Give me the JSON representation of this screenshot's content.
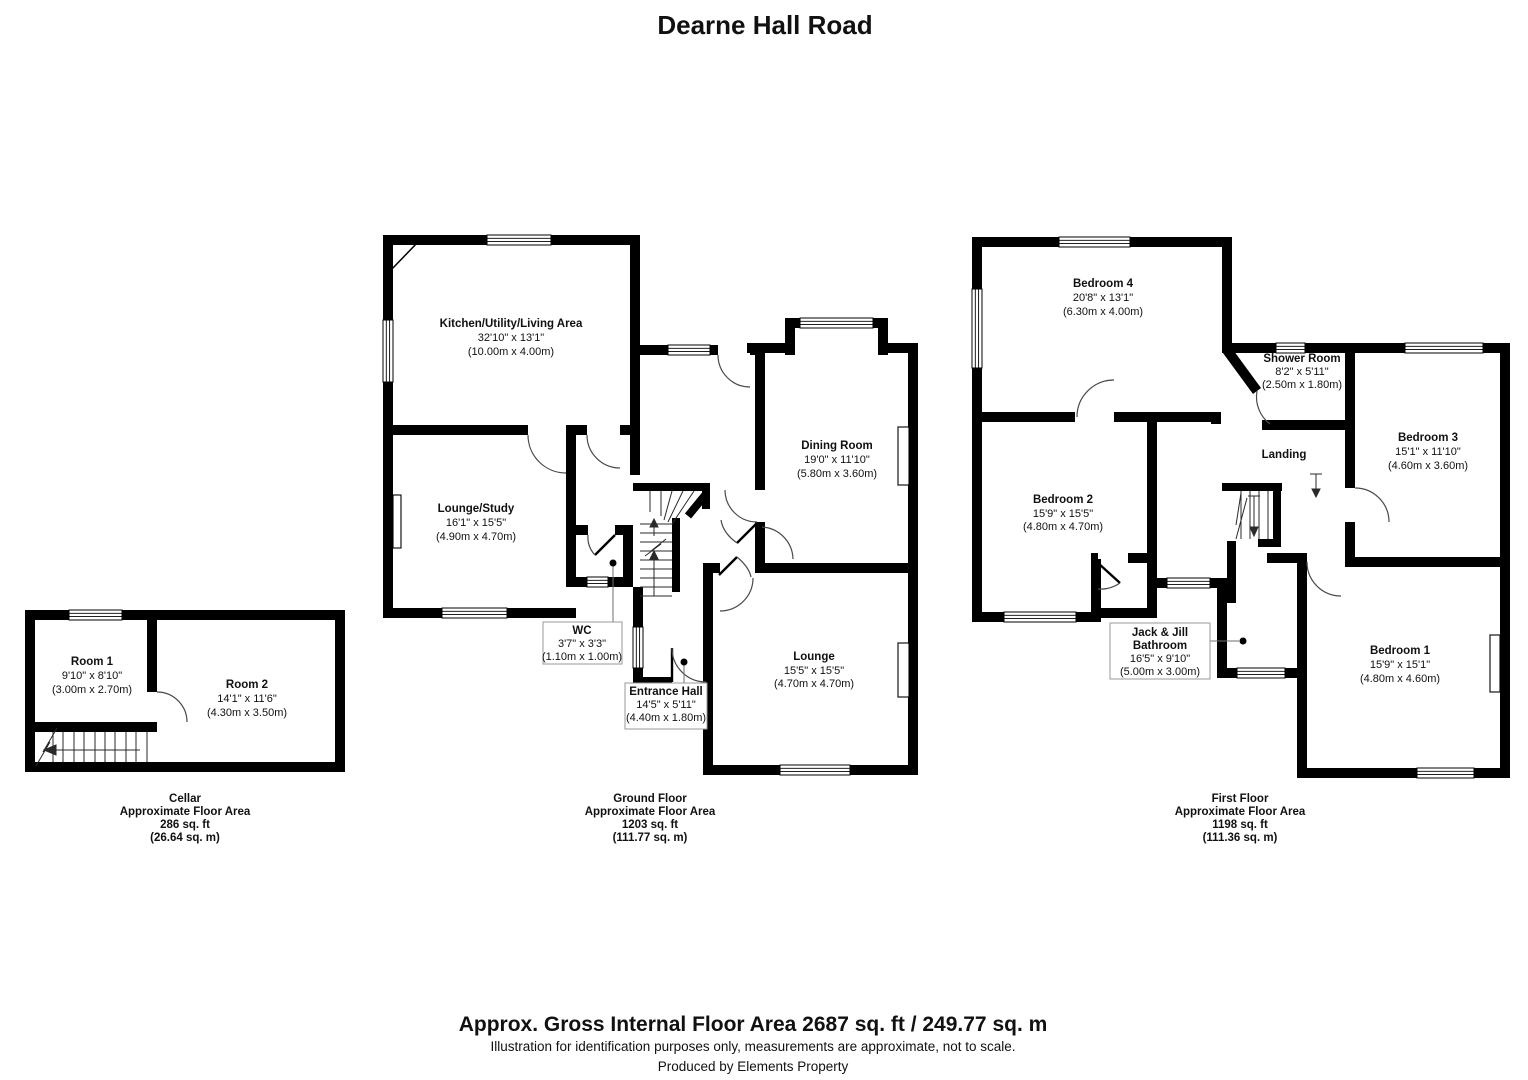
{
  "title": "Dearne Hall Road",
  "cellar": {
    "rooms": {
      "room1": {
        "name": "Room 1",
        "imperial": "9'10\" x 8'10\"",
        "metric": "(3.00m x 2.70m)"
      },
      "room2": {
        "name": "Room 2",
        "imperial": "14'1\" x 11'6\"",
        "metric": "(4.30m x 3.50m)"
      }
    },
    "label": {
      "name": "Cellar",
      "line2": "Approximate Floor Area",
      "line3": "286 sq. ft",
      "line4": "(26.64 sq. m)"
    }
  },
  "ground": {
    "rooms": {
      "kitchen": {
        "name": "Kitchen/Utility/Living Area",
        "imperial": "32'10\" x 13'1\"",
        "metric": "(10.00m x 4.00m)"
      },
      "lounge_study": {
        "name": "Lounge/Study",
        "imperial": "16'1\" x 15'5\"",
        "metric": "(4.90m x 4.70m)"
      },
      "dining": {
        "name": "Dining Room",
        "imperial": "19'0\" x 11'10\"",
        "metric": "(5.80m x 3.60m)"
      },
      "lounge": {
        "name": "Lounge",
        "imperial": "15'5\" x 15'5\"",
        "metric": "(4.70m x 4.70m)"
      },
      "wc": {
        "name": "WC",
        "imperial": "3'7\" x 3'3\"",
        "metric": "(1.10m x 1.00m)"
      },
      "entrance": {
        "name": "Entrance Hall",
        "imperial": "14'5\" x 5'11\"",
        "metric": "(4.40m x 1.80m)"
      }
    },
    "label": {
      "name": "Ground Floor",
      "line2": "Approximate Floor Area",
      "line3": "1203 sq. ft",
      "line4": "(111.77 sq. m)"
    }
  },
  "first": {
    "rooms": {
      "bedroom4": {
        "name": "Bedroom 4",
        "imperial": "20'8\" x 13'1\"",
        "metric": "(6.30m x 4.00m)"
      },
      "shower": {
        "name": "Shower Room",
        "imperial": "8'2\" x 5'11\"",
        "metric": "(2.50m x 1.80m)"
      },
      "bedroom3": {
        "name": "Bedroom 3",
        "imperial": "15'1\" x 11'10\"",
        "metric": "(4.60m x 3.60m)"
      },
      "landing": {
        "name": "Landing"
      },
      "bedroom2": {
        "name": "Bedroom 2",
        "imperial": "15'9\" x 15'5\"",
        "metric": "(4.80m x 4.70m)"
      },
      "bathroom": {
        "name1": "Jack & Jill",
        "name2": "Bathroom",
        "imperial": "16'5\" x 9'10\"",
        "metric": "(5.00m x 3.00m)"
      },
      "bedroom1": {
        "name": "Bedroom 1",
        "imperial": "15'9\" x 15'1\"",
        "metric": "(4.80m x 4.60m)"
      }
    },
    "label": {
      "name": "First Floor",
      "line2": "Approximate Floor Area",
      "line3": "1198 sq. ft",
      "line4": "(111.36 sq. m)"
    }
  },
  "footer": {
    "headline": "Approx. Gross Internal Floor Area 2687 sq. ft / 249.77 sq. m",
    "disclaimer": "Illustration for identification purposes only, measurements are approximate, not to scale.",
    "credit": "Produced by Elements Property"
  }
}
